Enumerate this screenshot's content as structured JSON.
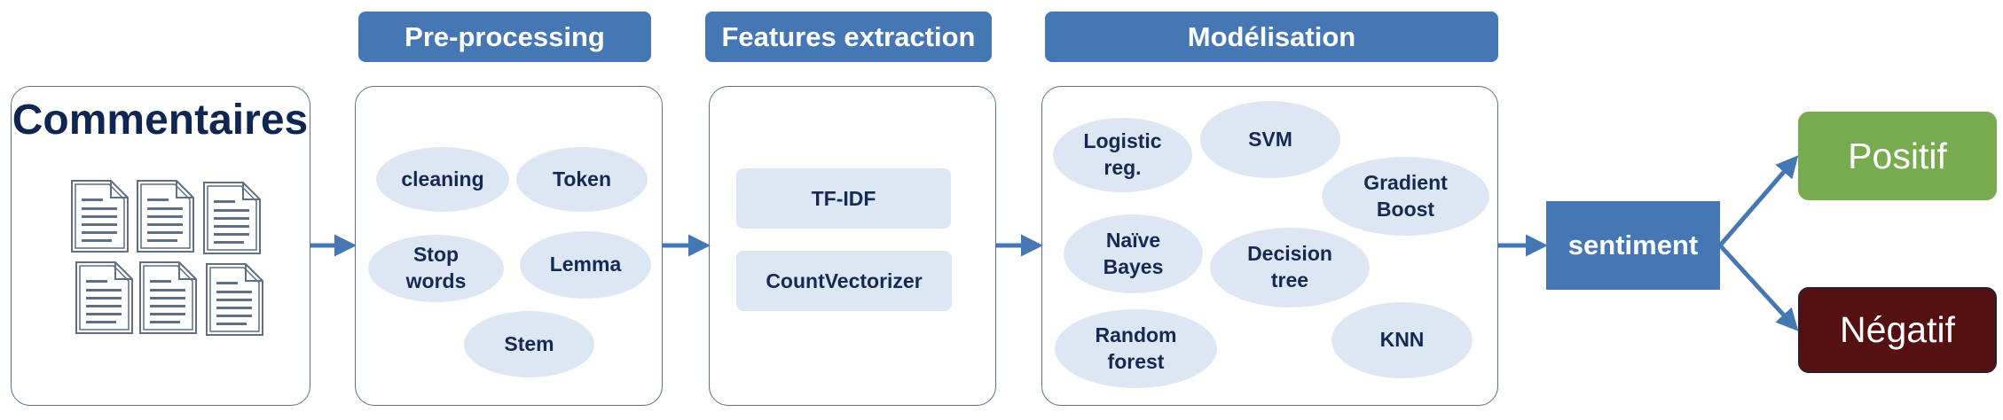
{
  "input": {
    "title": "Commentaires"
  },
  "stages": {
    "preprocessing": {
      "header": "Pre-processing",
      "items": [
        "cleaning",
        "Token",
        "Stop\nwords",
        "Lemma",
        "Stem"
      ]
    },
    "features": {
      "header": "Features extraction",
      "items": [
        "TF-IDF",
        "CountVectorizer"
      ]
    },
    "modeling": {
      "header": "Modélisation",
      "items": [
        "Logistic\nreg.",
        "SVM",
        "Gradient\nBoost",
        "Naïve\nBayes",
        "Decision\ntree",
        "Random\nforest",
        "KNN"
      ]
    }
  },
  "output": {
    "sentiment": "sentiment",
    "positive": "Positif",
    "negative": "Négatif"
  },
  "colors": {
    "header_blue": "#4677b5",
    "oval_fill": "#dde7f3",
    "text_dark": "#142a55",
    "positive": "#78ab50",
    "negative": "#551111"
  },
  "icons": {
    "documents": "document-icon"
  }
}
